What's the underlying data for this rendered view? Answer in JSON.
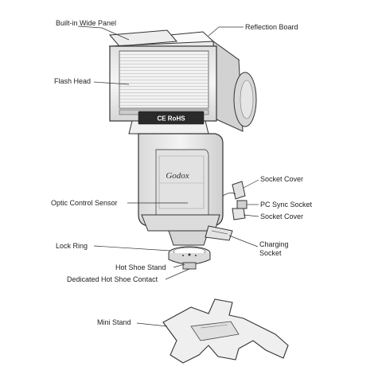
{
  "labels": {
    "built_in_wide_panel": "Built-in Wide Panel",
    "reflection_board": "Reflection Board",
    "flash_head": "Flash Head",
    "socket_cover_top": "Socket Cover",
    "optic_control_sensor": "Optic Control Sensor",
    "pc_sync_socket": "PC Sync Socket",
    "socket_cover_bottom": "Socket Cover",
    "lock_ring": "Lock Ring",
    "charging_socket": "Charging Socket",
    "hot_shoe_stand": "Hot Shoe Stand",
    "dedicated_hot_shoe_contact": "Dedicated Hot Shoe Contact",
    "mini_stand": "Mini Stand"
  },
  "device": {
    "brand_logo": "Godox",
    "certification_marks": "CE RoHS"
  },
  "colors": {
    "line": "#333333",
    "body_fill": "#f1f1f1",
    "body_shade": "#d9d9d9",
    "panel_dark": "#2a2a2a",
    "label_text": "#222222"
  }
}
